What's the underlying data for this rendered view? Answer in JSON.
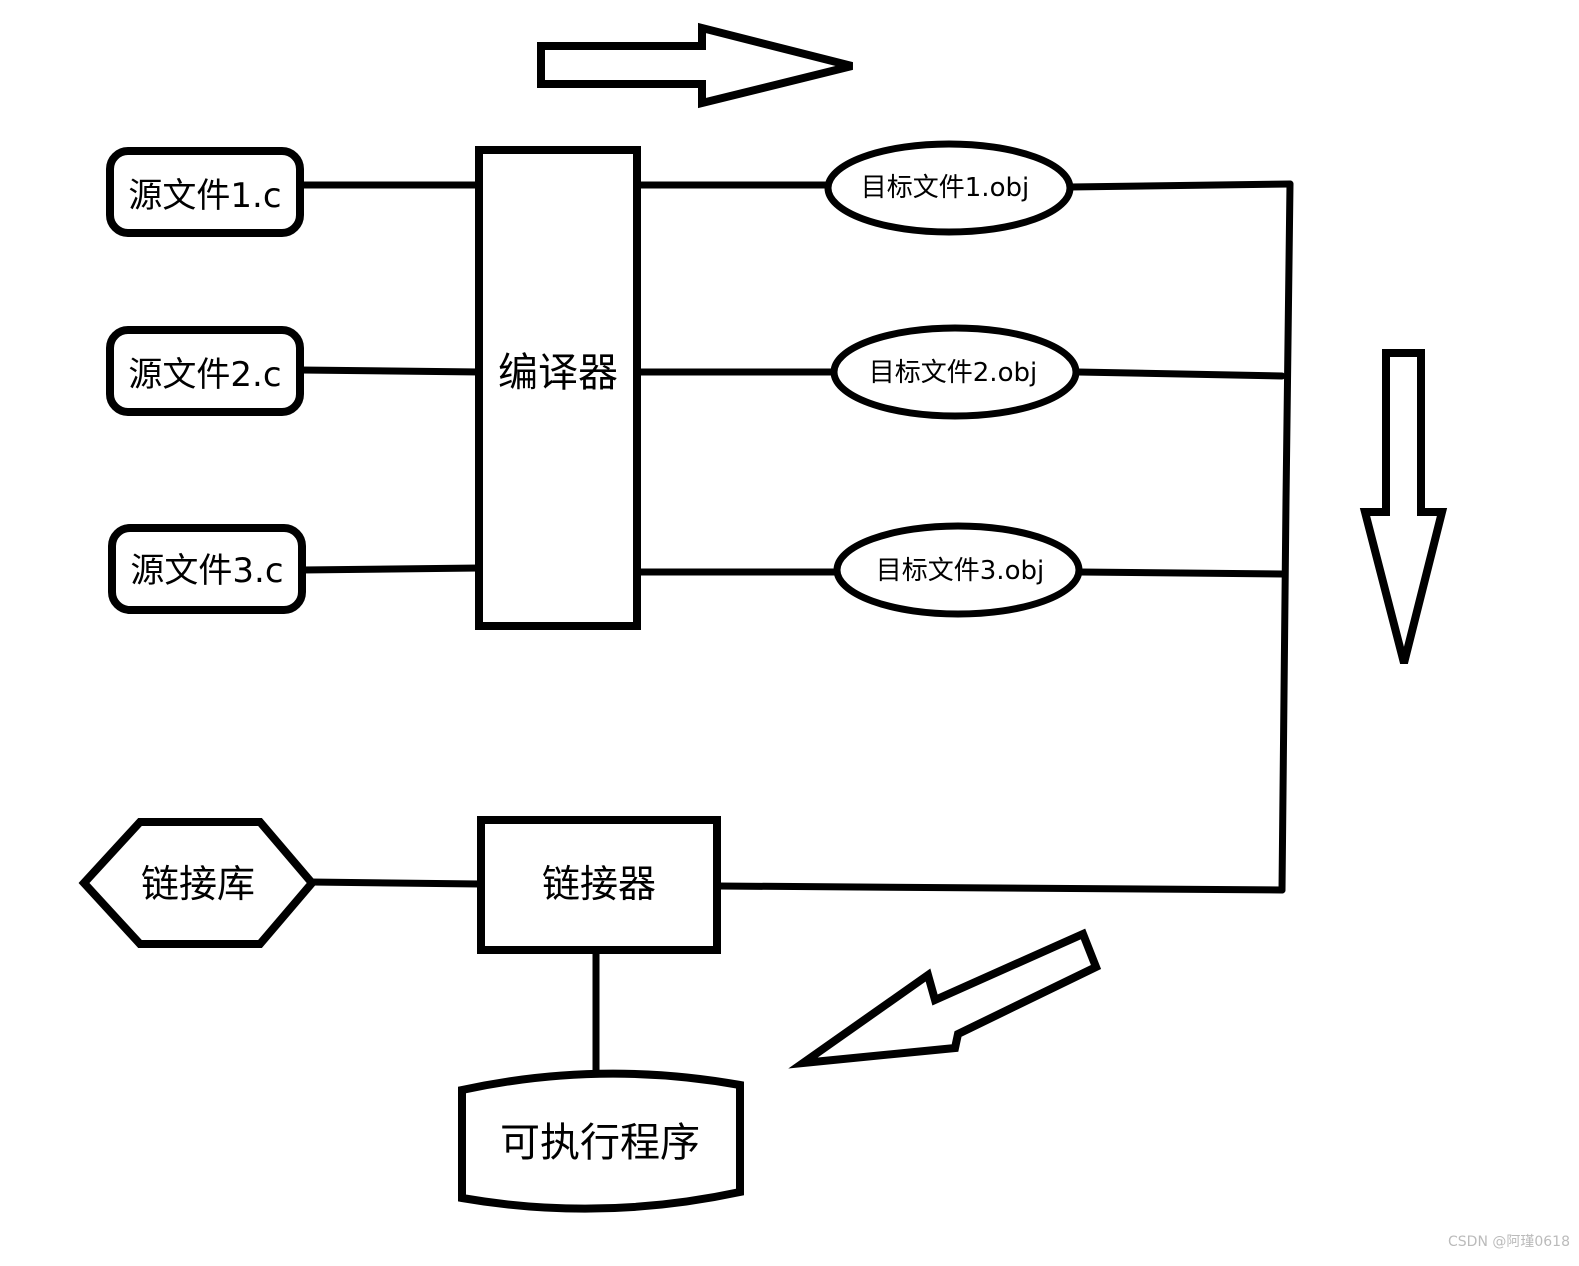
{
  "sources": [
    "源文件1.c",
    "源文件2.c",
    "源文件3.c"
  ],
  "compiler": "编译器",
  "objects": [
    "目标文件1.obj",
    "目标文件2.obj",
    "目标文件3.obj"
  ],
  "library": "链接库",
  "linker": "链接器",
  "executable": "可执行程序",
  "watermark": "CSDN @阿瑾0618",
  "colors": {
    "stroke": "#000000",
    "fill": "#ffffff"
  }
}
